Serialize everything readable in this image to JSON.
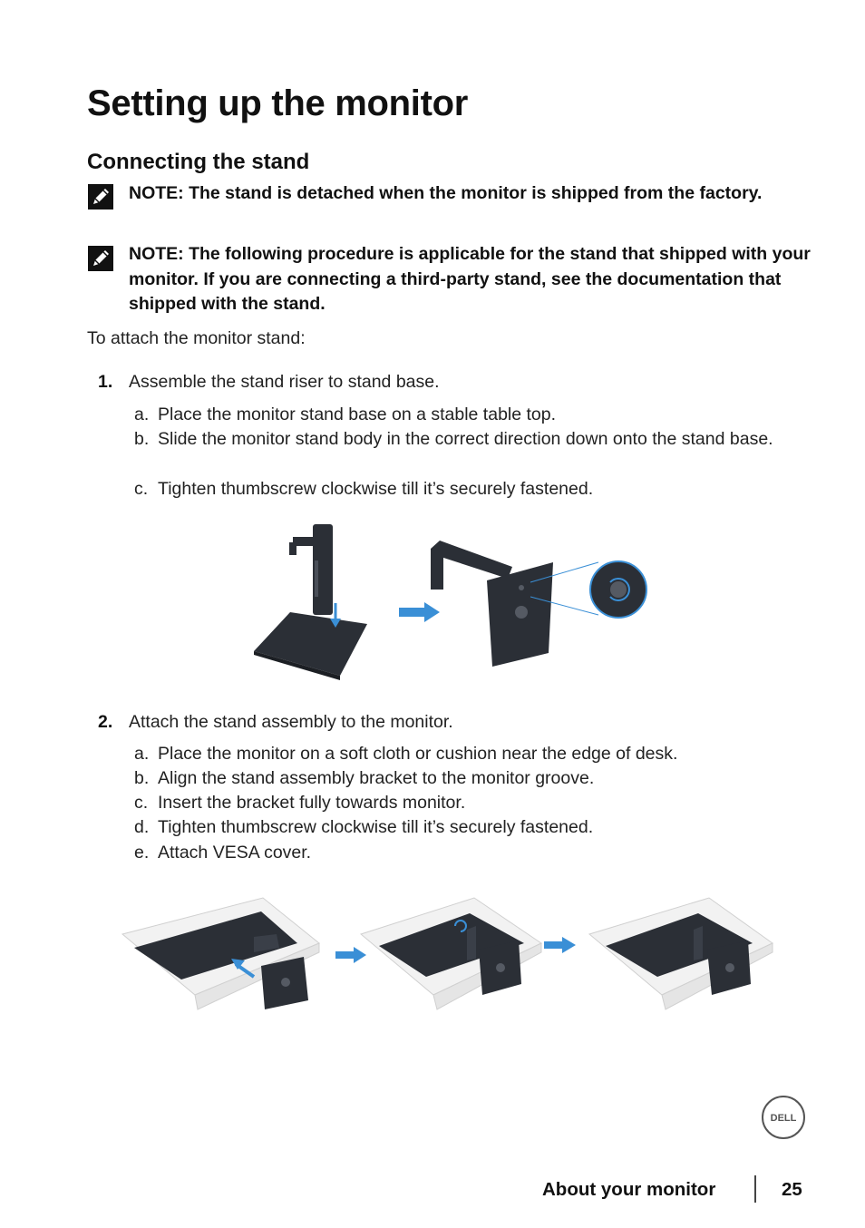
{
  "page": {
    "title": "Setting up the monitor",
    "section_title": "Connecting the stand",
    "notes": [
      "NOTE: The stand is detached when the monitor is shipped from the factory.",
      "NOTE: The following procedure is applicable for the stand that shipped with your monitor. If you are connecting a third-party stand, see the documentation that shipped with the stand."
    ],
    "intro": "To attach the monitor stand:"
  },
  "steps": [
    {
      "number": "1.",
      "text": "Assemble the stand riser to stand base.",
      "substeps": [
        {
          "letter": "a.",
          "text": "Place the monitor stand base on a stable table top."
        },
        {
          "letter": "b.",
          "text": "Slide the monitor stand body in the correct direction down onto the stand base."
        },
        {
          "letter": "c.",
          "text": "Tighten thumbscrew clockwise till it’s securely fastened."
        }
      ]
    },
    {
      "number": "2.",
      "text": "Attach the stand assembly to the monitor.",
      "substeps": [
        {
          "letter": "a.",
          "text": "Place the monitor on a soft cloth or cushion near the edge of desk."
        },
        {
          "letter": "b.",
          "text": "Align the stand assembly bracket to the monitor groove."
        },
        {
          "letter": "c.",
          "text": "Insert the bracket fully towards monitor."
        },
        {
          "letter": "d.",
          "text": "Tighten thumbscrew clockwise till it’s securely fastened."
        },
        {
          "letter": "e.",
          "text": "Attach VESA cover."
        }
      ]
    }
  ],
  "icons": {
    "note": "note-pencil-icon",
    "arrow": "blue-arrow-icon",
    "logo": "dell-logo"
  },
  "colors": {
    "arrow_blue": "#3a8fd6",
    "stand_dark": "#2b2f36",
    "text": "#1a1a1a"
  },
  "footer": {
    "section": "About your monitor",
    "page_number": "25"
  },
  "logo_text": "DELL"
}
